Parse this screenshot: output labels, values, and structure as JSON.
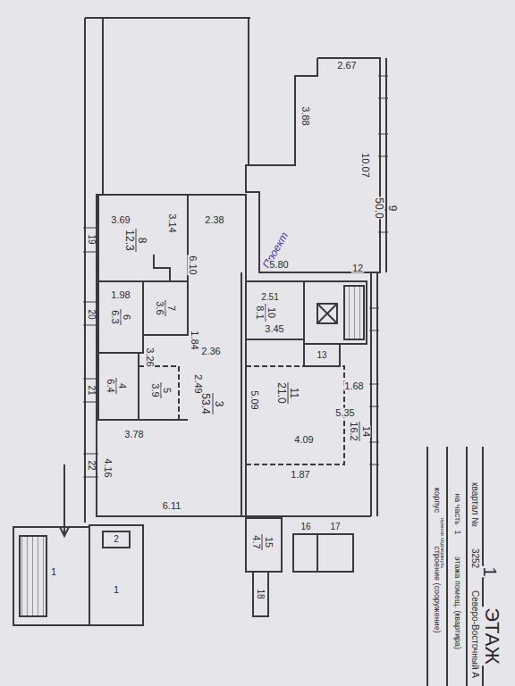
{
  "diagram": {
    "title": "ЭТАЖ",
    "labels": [
      "2.67",
      "3.88",
      "10.07",
      "9",
      "50.0",
      "Проект",
      "5.80",
      "3.69",
      "3.14",
      "8",
      "12.3",
      "2.38",
      "19",
      "6.10",
      "2.51",
      "10",
      "8.1",
      "12",
      "1.98",
      "7",
      "3.6",
      "6",
      "6.3",
      "20",
      "1.84",
      "3.45",
      "13",
      "2.36",
      "21",
      "4",
      "6.4",
      "5",
      "3.9",
      "3.26",
      "2.49",
      "3",
      "53.4",
      "11",
      "21.0",
      "5.09",
      "1.68",
      "4.09",
      "5.35",
      "14",
      "16.2",
      "3.78",
      "4.16",
      "22",
      "1.87",
      "6.11",
      "15",
      "4.7",
      "17",
      "16",
      "18",
      "2",
      "1",
      "1",
      "корпус",
      "строение (сооружение)",
      "нужное подчеркнуть",
      "на часть",
      "1",
      "этажа помещ. (квартира)",
      "квартал №",
      "3252",
      "Северо-Восточный А",
      "1"
    ]
  }
}
